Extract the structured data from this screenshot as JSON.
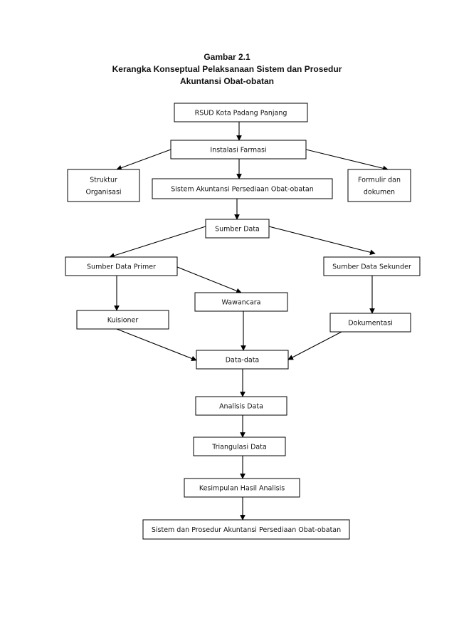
{
  "header": {
    "figure_number": "Gambar 2.1",
    "title_line1": "Kerangka Konseptual Pelaksanaan Sistem dan Prosedur",
    "title_line2": "Akuntansi Obat-obatan"
  },
  "nodes": {
    "rsud": [
      "RSUD Kota Padang Panjang"
    ],
    "instalasi": [
      "Instalasi Farmasi"
    ],
    "struktur": [
      "Struktur",
      "Organisasi"
    ],
    "sistem_akuntansi": [
      "Sistem Akuntansi Persediaan Obat-obatan"
    ],
    "formulir": [
      "Formulir dan",
      "dokumen"
    ],
    "sumber_data": [
      "Sumber Data"
    ],
    "primer": [
      "Sumber Data Primer"
    ],
    "sekunder": [
      "Sumber Data Sekunder"
    ],
    "wawancara": [
      "Wawancara"
    ],
    "kuisioner": [
      "Kuisioner"
    ],
    "dokumentasi": [
      "Dokumentasi"
    ],
    "data_data": [
      "Data-data"
    ],
    "analisis": [
      "Analisis Data"
    ],
    "triangulasi": [
      "Triangulasi Data"
    ],
    "kesimpulan": [
      "Kesimpulan Hasil Analisis"
    ],
    "sistem_prosedur": [
      "Sistem dan Prosedur Akuntansi Persediaan Obat-obatan"
    ]
  },
  "edges": [
    [
      "rsud",
      "instalasi"
    ],
    [
      "instalasi",
      "struktur"
    ],
    [
      "instalasi",
      "sistem_akuntansi"
    ],
    [
      "instalasi",
      "formulir"
    ],
    [
      "sistem_akuntansi",
      "sumber_data"
    ],
    [
      "sumber_data",
      "primer"
    ],
    [
      "sumber_data",
      "sekunder"
    ],
    [
      "primer",
      "kuisioner"
    ],
    [
      "primer",
      "wawancara"
    ],
    [
      "sekunder",
      "dokumentasi"
    ],
    [
      "wawancara",
      "data_data"
    ],
    [
      "kuisioner",
      "data_data"
    ],
    [
      "dokumentasi",
      "data_data"
    ],
    [
      "data_data",
      "analisis"
    ],
    [
      "analisis",
      "triangulasi"
    ],
    [
      "triangulasi",
      "kesimpulan"
    ],
    [
      "kesimpulan",
      "sistem_prosedur"
    ]
  ]
}
